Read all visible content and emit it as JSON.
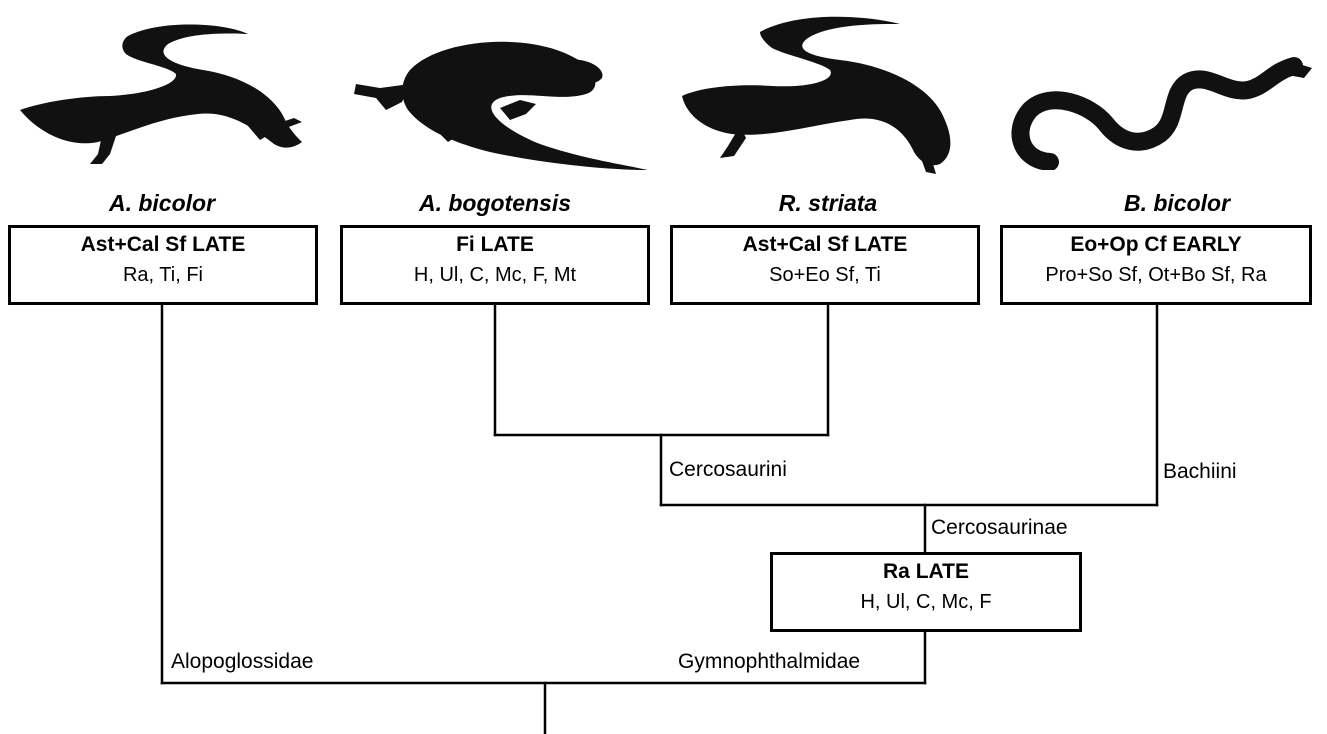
{
  "taxa": [
    {
      "species": "A. bicolor",
      "box_title": "Ast+Cal Sf LATE",
      "box_body": "Ra, Ti, Fi",
      "silhouette": "lizard-silhouette"
    },
    {
      "species": "A. bogotensis",
      "box_title": "Fi LATE",
      "box_body": "H, Ul, C, Mc, F, Mt",
      "silhouette": "lizard-silhouette"
    },
    {
      "species": "R. striata",
      "box_title": "Ast+Cal Sf LATE",
      "box_body": "So+Eo Sf, Ti",
      "silhouette": "lizard-silhouette"
    },
    {
      "species": "B. bicolor",
      "box_title": "Eo+Op Cf EARLY",
      "box_body": "Pro+So Sf, Ot+Bo Sf, Ra",
      "silhouette": "snake-like-lizard-silhouette"
    }
  ],
  "clades": {
    "cercosaurini": "Cercosaurini",
    "bachiini": "Bachiini",
    "cercosaurinae": "Cercosaurinae",
    "alopoglossidae": "Alopoglossidae",
    "gymnophthalmidae": "Gymnophthalmidae"
  },
  "node_box": {
    "title": "Ra LATE",
    "body": "H, Ul, C, Mc, F"
  },
  "colors": {
    "line": "#000000",
    "silhouette": "#111111",
    "background": "#ffffff"
  }
}
